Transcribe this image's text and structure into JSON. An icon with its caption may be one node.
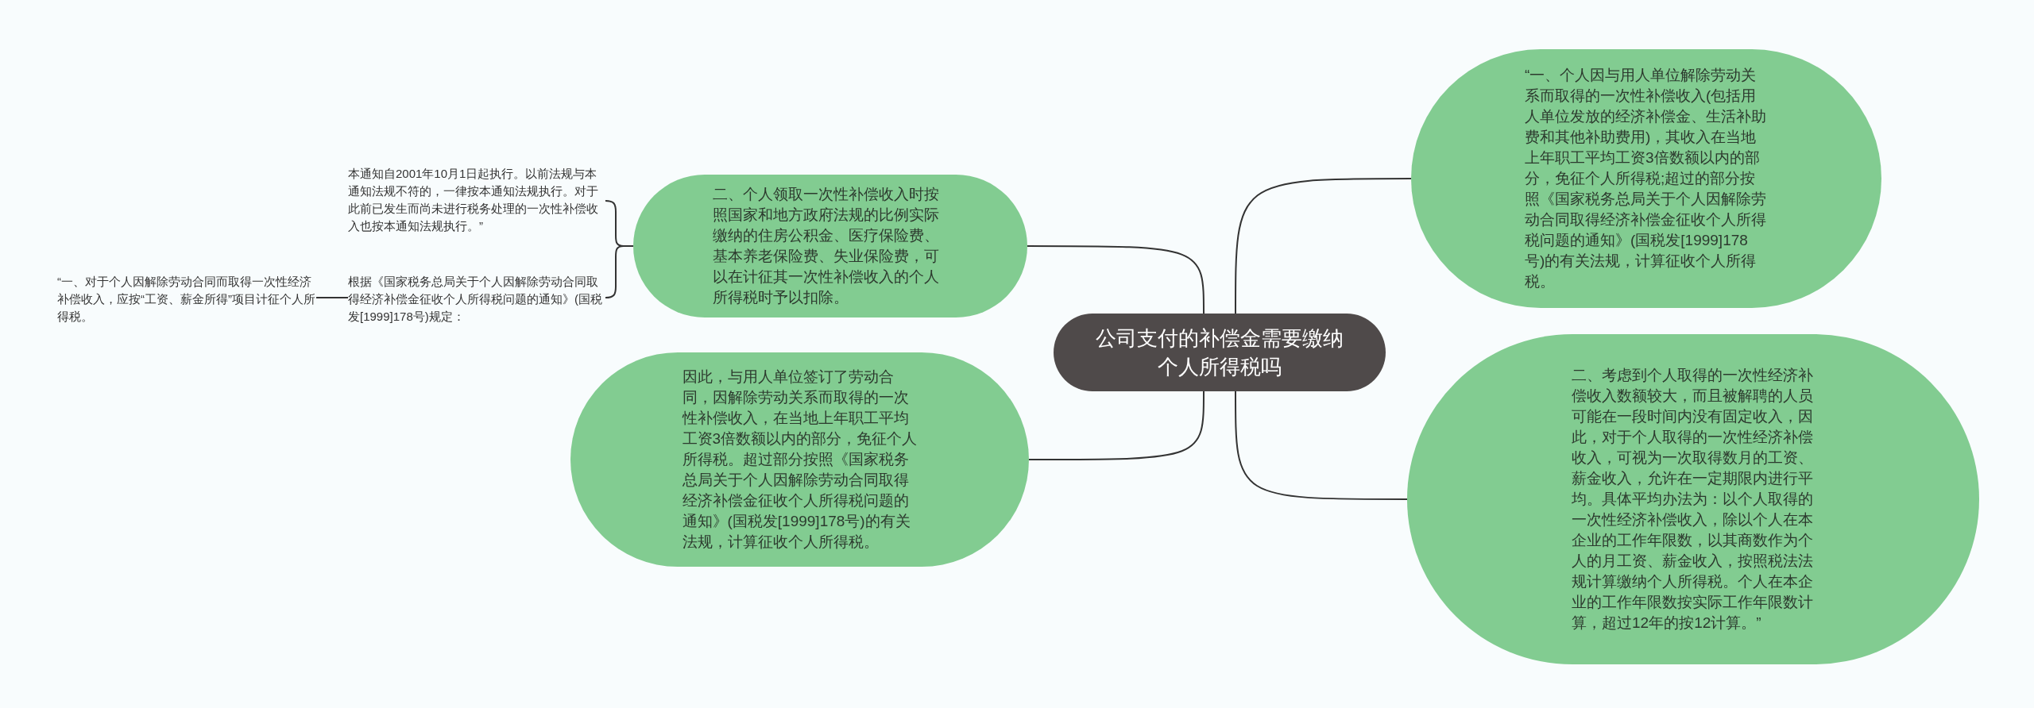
{
  "diagram": {
    "nodes": [
      {
        "text": [
          "公司支付的补偿金需要缴纳个人所得税吗"
        ]
      },
      {
        "text": [
          "“一、个人因与用人单位解除劳动关系而取得的一次性补偿收入(包括用人单位发放的经济补偿金、生活补助费和其他补助费用)，其收入在当地上年职工平均工资3倍数额以内的部分，免征个人所得税;超过的部分按照《国家税务总局关于个人因解除劳动合同取得经济补偿金征收个人所得税问题的通知》(国税发[1999]178号)的有关法规，计算征收个人所得税。"
        ]
      },
      {
        "text": [
          "二、考虑到个人取得的一次性经济补偿收入数额较大，而且被解聘的人员可能在一段时间内没有固定收入，因此，对于个人取得的一次性经济补偿收入，可视为一次取得数月的工资、薪金收入，允许在一定期限内进行平均。具体平均办法为：以个人取得的一次性经济补偿收入，除以个人在本企业的工作年限数，以其商数作为个人的月工资、薪金收入，按照税法法规计算缴纳个人所得税。个人在本企业的工作年限数按实际工作年限数计算，超过12年的按12计算。”"
        ]
      },
      {
        "text": [
          "二、个人领取一次性补偿收入时按照国家和地方政府法规的比例实际缴纳的住房公积金、医疗保险费、基本养老保险费、失业保险费，可以在计征其一次性补偿收入的个人所得税时予以扣除。"
        ]
      },
      {
        "text": [
          "因此，与用人单位签订了劳动合同，因解除劳动关系而取得的一次性补偿收入，在当地上年职工平均工资3倍数额以内的部分，免征个人所得税。超过部分按照《国家税务总局关于个人因解除劳动合同取得经济补偿金征收个人所得税问题的通知》(国税发[1999]178号)的有关法规，计算征收个人所得税。"
        ]
      },
      {
        "text": [
          "本通知自2001年10月1日起执行。以前法规与本通知法规不符的，一律按本通知法规执行。对于此前已发生而尚未进行税务处理的一次性补偿收入也按本通知法规执行。”"
        ]
      },
      {
        "text": [
          "根据《国家税务总局关于个人因解除劳动合同取得经济补偿金征收个人所得税问题的通知》(国税发[1999]178号)规定："
        ]
      },
      {
        "text": [
          "“一、对于个人因解除劳动合同而取得一次性经济补偿收入，应按“工资、薪金所得”项目计征个人所得税。"
        ]
      }
    ],
    "edges": [
      {
        "from": 0,
        "to": 1,
        "arrow": "none"
      },
      {
        "from": 0,
        "to": 2,
        "arrow": "none"
      },
      {
        "from": 0,
        "to": 3,
        "arrow": "none"
      },
      {
        "from": 0,
        "to": 4,
        "arrow": "none"
      },
      {
        "from": 3,
        "to": 5,
        "arrow": "none"
      },
      {
        "from": 3,
        "to": 6,
        "arrow": "none"
      },
      {
        "from": 6,
        "to": 7,
        "arrow": "none"
      }
    ]
  }
}
